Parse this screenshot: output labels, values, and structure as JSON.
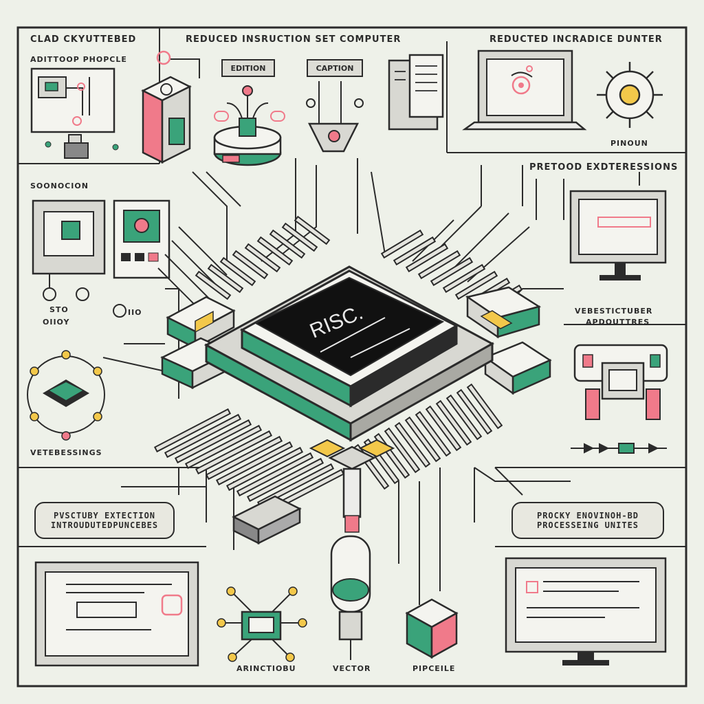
{
  "header": {
    "top_left": "CLAD CKYUTTEBED",
    "top_center": "REDUCED INSRUCTION SET COMPUTER",
    "top_right": "REDUCTED INCRADICE DUNTER",
    "sub_left": "ADITTOOP PHOPCLE"
  },
  "boxes": {
    "edition_tag": "EDITION",
    "caption_tag": "CAPTION",
    "pinoun": "PINOUN",
    "pretood": "PRETOOD EXDTERESSIONS",
    "soonocion": "SOONOCION",
    "sto": "STO",
    "oiioy": "OIIOY",
    "iio": "IIO",
    "vebestictuber_1": "VEBESTICTUBER",
    "vebestictuber_2": "APDOUTTRES",
    "vetebessings": "VETEBESSINGS",
    "pill_left_1": "PVSCTUBY EXTECTION",
    "pill_left_2": "INTROUDUTEDPUNCEBES",
    "pill_right_1": "PROCKY ENOVINOH-BD",
    "pill_right_2": "PROCESSEING UNITES"
  },
  "chip": {
    "label": "RISC."
  },
  "footer": {
    "arinctiobu": "ARINCTIOBU",
    "vector": "VECTOR",
    "pipceile": "PIPCEILE"
  },
  "colors": {
    "background": "#eef1e9",
    "line": "#2b2b2b",
    "accent_green": "#3aa37a",
    "accent_pink": "#f07a8a",
    "accent_yellow": "#f3c84a",
    "chip_black": "#111111",
    "panel_gray": "#d8d8d2"
  },
  "icons": [
    "cpu-chip-icon",
    "laptop-icon",
    "monitor-icon",
    "sun-icon",
    "server-icon",
    "document-icon",
    "flask-icon",
    "cube-icon",
    "circuit-icon"
  ]
}
